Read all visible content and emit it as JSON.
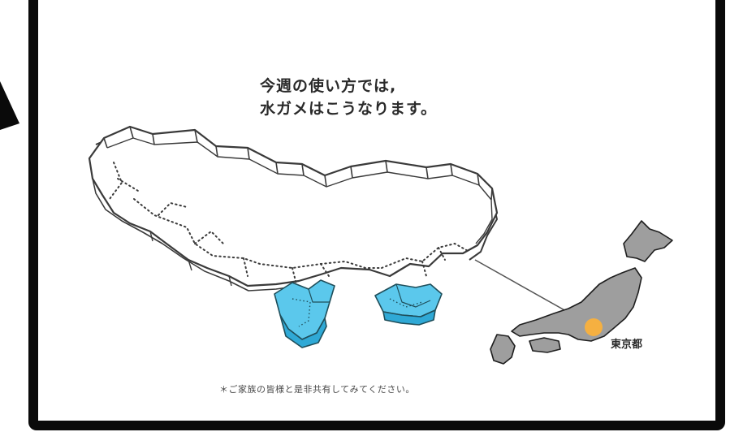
{
  "headline": {
    "line1": "今週の使い方では,",
    "line2": "水ガメはこうなります。"
  },
  "japan_map": {
    "marker_label": "東京都",
    "marker_color": "#f5b041",
    "land_color": "#9e9e9e"
  },
  "footnote": "＊ご家族の皆様と是非共有してみてください。",
  "reservoir_color": "#5bc8ec",
  "outline_color": "#3a3a3a"
}
